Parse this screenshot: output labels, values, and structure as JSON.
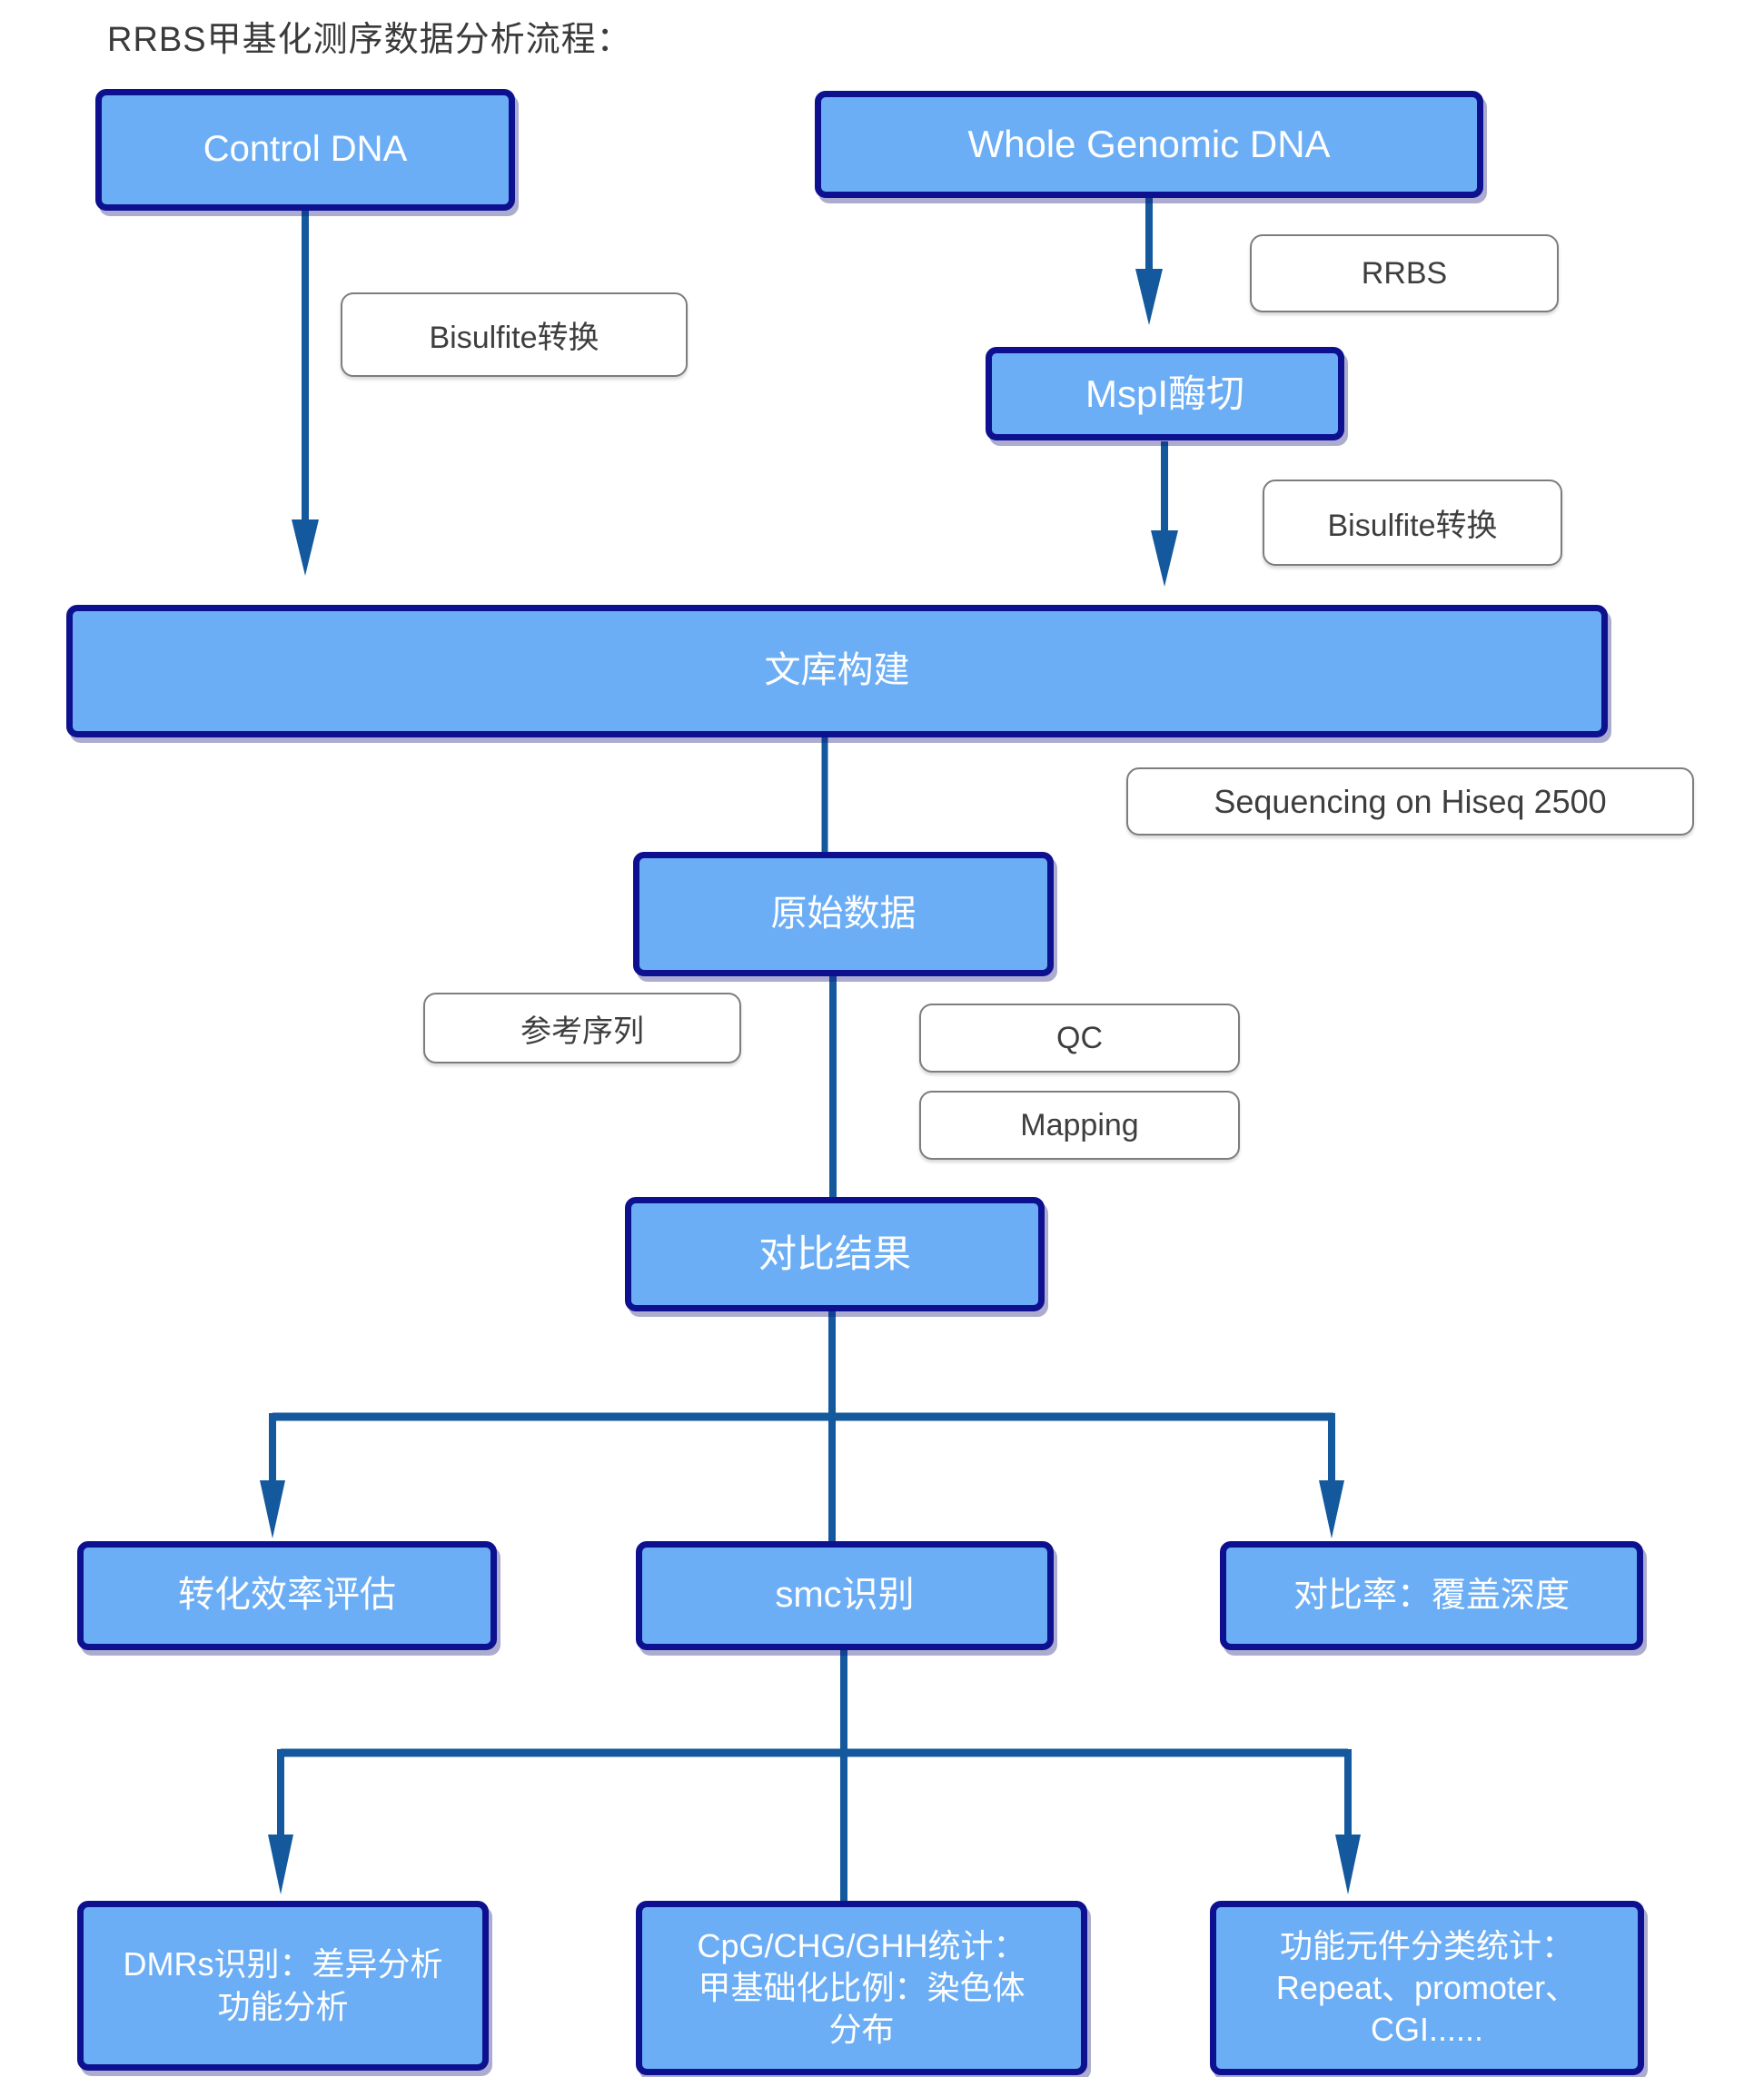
{
  "title": "RRBS甲基化测序数据分析流程：",
  "colors": {
    "node_fill": "#6CAEF6",
    "node_border": "#0D108F",
    "node_text": "#FFFFFF",
    "connector": "#14599E",
    "label_border": "#7D7D7D",
    "label_text": "#3E3E3E",
    "title_text": "#3A3A3A"
  },
  "nodes": {
    "control_dna": {
      "label": "Control DNA"
    },
    "whole_genomic_dna": {
      "label": "Whole Genomic DNA"
    },
    "mspi_digestion": {
      "label": "MspI酶切"
    },
    "library_construction": {
      "label": "文库构建"
    },
    "raw_data": {
      "label": "原始数据"
    },
    "alignment_result": {
      "label": "对比结果"
    },
    "conversion_efficiency": {
      "label": "转化效率评估"
    },
    "smc_identification": {
      "label": "smc识别"
    },
    "alignment_rate_coverage": {
      "label": "对比率：覆盖深度"
    },
    "dmrs_identification": {
      "label": "DMRs识别：差异分析\n功能分析"
    },
    "cpg_statistics": {
      "label": "CpG/CHG/GHH统计：\n甲基础化比例：染色体\n分布"
    },
    "functional_elements": {
      "label": "功能元件分类统计：\nRepeat、promoter、\nCGI......"
    }
  },
  "process_labels": {
    "bisulfite_left": "Bisulfite转换",
    "rrbs": "RRBS",
    "bisulfite_right": "Bisulfite转换",
    "sequencing": "Sequencing on Hiseq 2500",
    "reference_sequence": "参考序列",
    "qc": "QC",
    "mapping": "Mapping"
  }
}
